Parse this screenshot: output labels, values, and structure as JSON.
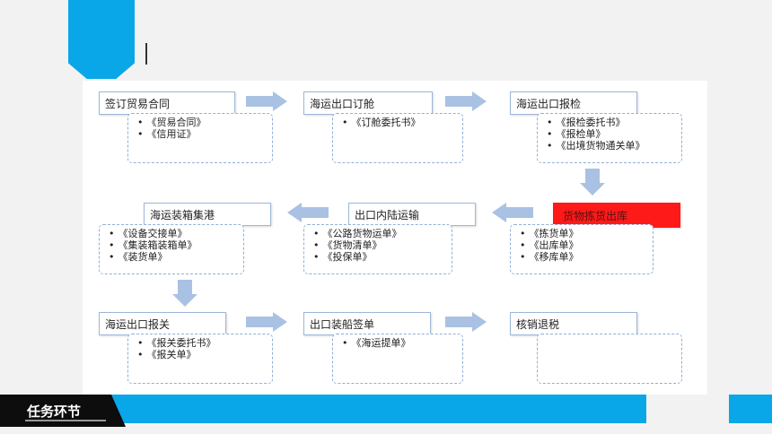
{
  "footer": {
    "label": "任务环节"
  },
  "stages": [
    {
      "key": "s1",
      "label": "签订贸易合同",
      "docs": [
        "《贸易合同》",
        "《信用证》"
      ]
    },
    {
      "key": "s2",
      "label": "海运出口订舱",
      "docs": [
        "《订舱委托书》"
      ]
    },
    {
      "key": "s3",
      "label": "海运出口报检",
      "docs": [
        "《报检委托书》",
        "《报检单》",
        "《出境货物通关单》"
      ]
    },
    {
      "key": "s4",
      "label": "货物拣货出库",
      "docs": [
        "《拣货单》",
        "《出库单》",
        "《移库单》"
      ],
      "highlight_color": "#ff1a1a"
    },
    {
      "key": "s5",
      "label": "出口内陆运输",
      "docs": [
        "《公路货物运单》",
        "《货物清单》",
        "《投保单》"
      ]
    },
    {
      "key": "s6",
      "label": "海运装箱集港",
      "docs": [
        "《设备交接单》",
        "《集装箱装箱单》",
        "《装货单》"
      ]
    },
    {
      "key": "s7",
      "label": "海运出口报关",
      "docs": [
        "《报关委托书》",
        "《报关单》"
      ]
    },
    {
      "key": "s8",
      "label": "出口装船签单",
      "docs": [
        "《海运提单》"
      ]
    },
    {
      "key": "s9",
      "label": "核销退税",
      "docs": []
    }
  ],
  "colors": {
    "accent": "#0aa7e8",
    "arrow": "#a9c2e3",
    "highlight": "#ff1a1a"
  }
}
